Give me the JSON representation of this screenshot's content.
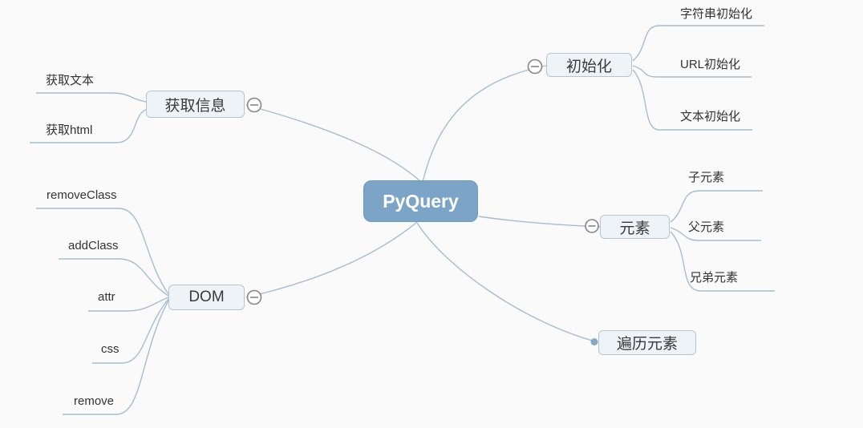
{
  "colors": {
    "background": "#fafafa",
    "line": "#a6bccf",
    "rootFill": "#7ba4c7",
    "rootBorder": "#6d9abf",
    "rootText": "#ffffff",
    "nodeFill": "#eef3f7",
    "nodeBorder": "#b6c4d1",
    "nodeText": "#3a3a3a",
    "leafText": "#333333",
    "collapseStroke": "#858585",
    "collapseFill": "#fdfdfd",
    "dotFill": "#86a9c4"
  },
  "root": {
    "label": "PyQuery"
  },
  "branches": [
    {
      "label": "初始化",
      "side": "right",
      "collapse_icon": "minus",
      "children": [
        "字符串初始化",
        "URL初始化",
        "文本初始化"
      ]
    },
    {
      "label": "元素",
      "side": "right",
      "collapse_icon": "minus",
      "children": [
        "子元素",
        "父元素",
        "兄弟元素"
      ]
    },
    {
      "label": "遍历元素",
      "side": "right",
      "collapse_icon": "dot",
      "children": []
    },
    {
      "label": "获取信息",
      "side": "left",
      "collapse_icon": "minus",
      "children": [
        "获取文本",
        "获取html"
      ]
    },
    {
      "label": "DOM",
      "side": "left",
      "collapse_icon": "minus",
      "children": [
        "removeClass",
        "addClass",
        "attr",
        "css",
        "remove"
      ]
    }
  ]
}
